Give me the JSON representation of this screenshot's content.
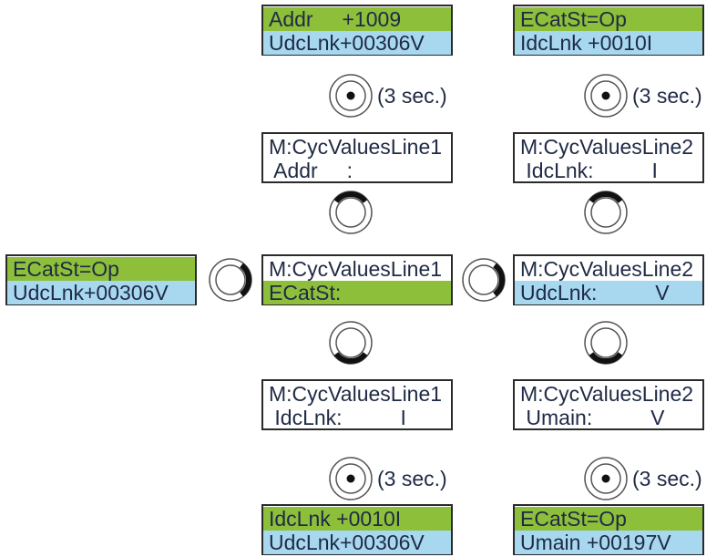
{
  "displays": {
    "top_left": {
      "line1": "Addr     +1009",
      "line2": "UdcLnk+00306V"
    },
    "top_right": {
      "line1": "ECatSt=Op",
      "line2": "IdcLnk +0010I"
    },
    "menu_l1_addr": {
      "line1": "M:CycValuesLine1",
      "line2": " Addr     :"
    },
    "menu_l2_idc": {
      "line1": "M:CycValuesLine2",
      "line2": " IdcLnk:          I"
    },
    "far_left": {
      "line1": "ECatSt=Op",
      "line2": "UdcLnk+00306V"
    },
    "menu_l1_ecat": {
      "line1": "M:CycValuesLine1",
      "line2": "ECatSt:"
    },
    "menu_l2_udc": {
      "line1": "M:CycValuesLine2",
      "line2": "UdcLnk:          V"
    },
    "menu_l1_idc": {
      "line1": "M:CycValuesLine1",
      "line2": " IdcLnk:          I"
    },
    "menu_l2_umain": {
      "line1": "M:CycValuesLine2",
      "line2": " Umain:          V"
    },
    "bottom_left": {
      "line1": "IdcLnk +0010I",
      "line2": "UdcLnk+00306V"
    },
    "bottom_right": {
      "line1": "ECatSt=Op",
      "line2": "Umain +00197V"
    }
  },
  "hold_label": "(3 sec.)",
  "colors": {
    "green": "#8dbf3a",
    "blue": "#a7d8ef",
    "text": "#1f2a44"
  }
}
